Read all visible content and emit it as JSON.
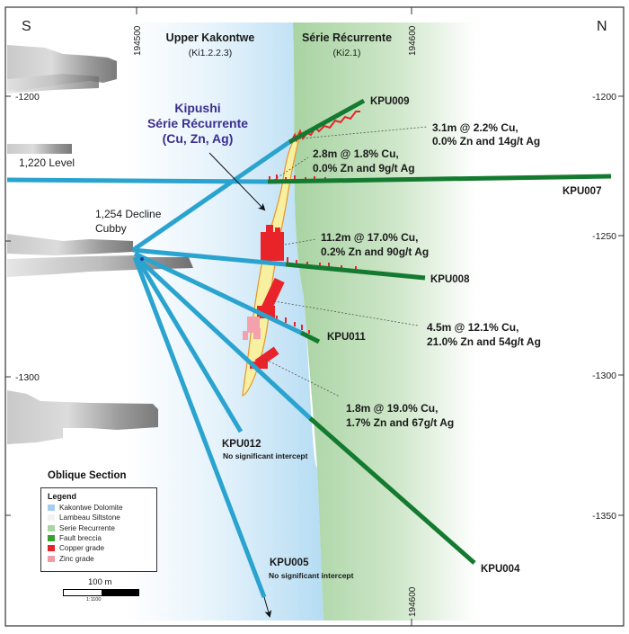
{
  "section": {
    "type": "Oblique Section",
    "direction_left": "S",
    "direction_right": "N",
    "x_ticks": [
      "194500",
      "194600"
    ],
    "y_ticks_left": [
      "-1200",
      "-1300"
    ],
    "y_ticks_right": [
      "-1200",
      "-1250",
      "-1300",
      "-1350"
    ]
  },
  "units": {
    "upper_kakontwe": {
      "name": "Upper Kakontwe",
      "code": "(Ki1.2.2.3)"
    },
    "serie_recurrente": {
      "name": "Série Récurrente",
      "code": "(Ki2.1)"
    }
  },
  "orebody_label": {
    "line1": "Kipushi",
    "line2": "Série Récurrente",
    "line3": "(Cu, Zn, Ag)",
    "color": "#3b2e8f"
  },
  "workings": {
    "level_1220": "1,220 Level",
    "decline_line1": "1,254 Decline",
    "decline_line2": "Cubby"
  },
  "drillholes": [
    {
      "id": "KPU009",
      "note": ""
    },
    {
      "id": "KPU007",
      "note": ""
    },
    {
      "id": "KPU008",
      "note": ""
    },
    {
      "id": "KPU011",
      "note": ""
    },
    {
      "id": "KPU012",
      "note": "No significant intercept"
    },
    {
      "id": "KPU005",
      "note": "No significant intercept"
    },
    {
      "id": "KPU004",
      "note": ""
    }
  ],
  "intercepts": [
    {
      "line1": "3.1m @ 2.2% Cu,",
      "line2": "0.0% Zn and 14g/t Ag"
    },
    {
      "line1": "2.8m @ 1.8% Cu,",
      "line2": "0.0% Zn and 9g/t Ag"
    },
    {
      "line1": "11.2m @ 17.0% Cu,",
      "line2": "0.2% Zn and 90g/t Ag"
    },
    {
      "line1": "4.5m @ 12.1% Cu,",
      "line2": "21.0% Zn and 54g/t Ag"
    },
    {
      "line1": "1.8m @ 19.0% Cu,",
      "line2": "1.7% Zn and 67g/t Ag"
    }
  ],
  "legend": {
    "title": "Legend",
    "items": [
      {
        "label": "Kakontwe Dolomite",
        "color": "#a7cdee"
      },
      {
        "label": "Lambeau Siltstone",
        "color": "#f2f2f2"
      },
      {
        "label": "Serie Recurrente",
        "color": "#a9d5a3"
      },
      {
        "label": "Fault breccia",
        "color": "#3aa02e"
      },
      {
        "label": "Copper grade",
        "color": "#e8242a"
      },
      {
        "label": "Zinc grade",
        "color": "#f19aa8"
      }
    ]
  },
  "scale": {
    "label": "100 m",
    "ratio": "1:1100"
  },
  "colors": {
    "drill_blue": "#2aa3cf",
    "drill_green": "#137a2f",
    "copper": "#e8242a",
    "zinc": "#f4a0ad",
    "orebody_fill": "#f6f0a0",
    "orebody_edge": "#e8962a"
  }
}
